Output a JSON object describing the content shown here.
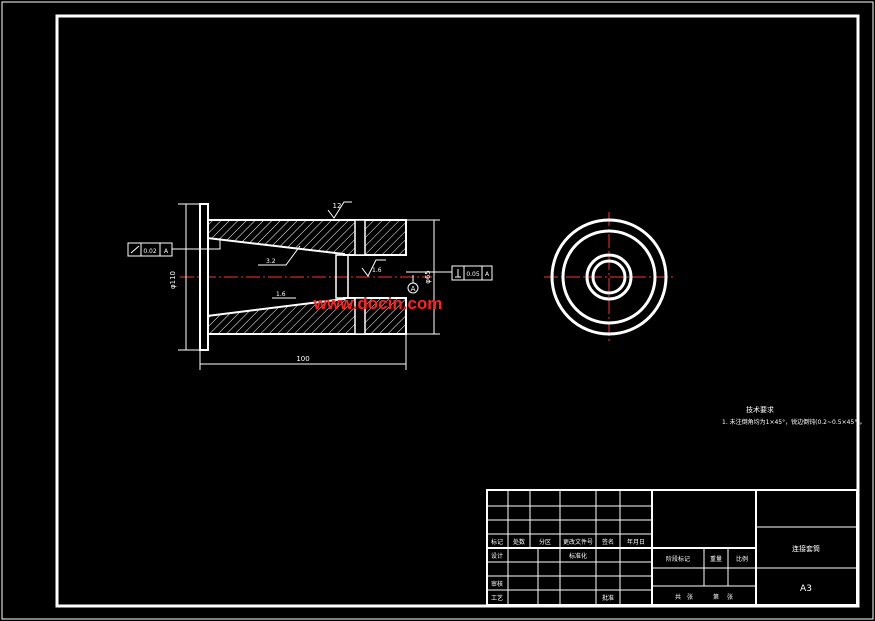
{
  "drawing": {
    "dims": {
      "roughness_top": "12",
      "flatness_left": "0.02",
      "flatness_left_ref": "A",
      "dia_left": "φ110",
      "taper_upper_label": "3.2",
      "taper_lower_label": "1.6",
      "bore_finish": "1.6",
      "datum": "A",
      "dia_right": "φ65",
      "perp_value": "0.05",
      "perp_ref": "A",
      "length": "100"
    },
    "notes": {
      "title": "技术要求",
      "line1": "1. 未注倒角均为1×45°，锐边倒钝(0.2~0.5×45°)。"
    }
  },
  "watermark": "www.docin.com",
  "title_block": {
    "row_labels": [
      "标记",
      "处数",
      "分区",
      "更改文件号",
      "签名",
      "年月日"
    ],
    "design": "设计",
    "std": "标准化",
    "check": "审核",
    "craft": "工艺",
    "approve": "批准",
    "stage_mark": "阶段标记",
    "weight": "重量",
    "scale": "比例",
    "sheets": [
      "共",
      "张",
      "第",
      "张"
    ],
    "part_name": "连接套筒",
    "format": "A3"
  },
  "colors": {
    "background": "#000000",
    "lines": "#ffffff",
    "centerline": "#ff3030",
    "watermark": "#ff2020"
  }
}
